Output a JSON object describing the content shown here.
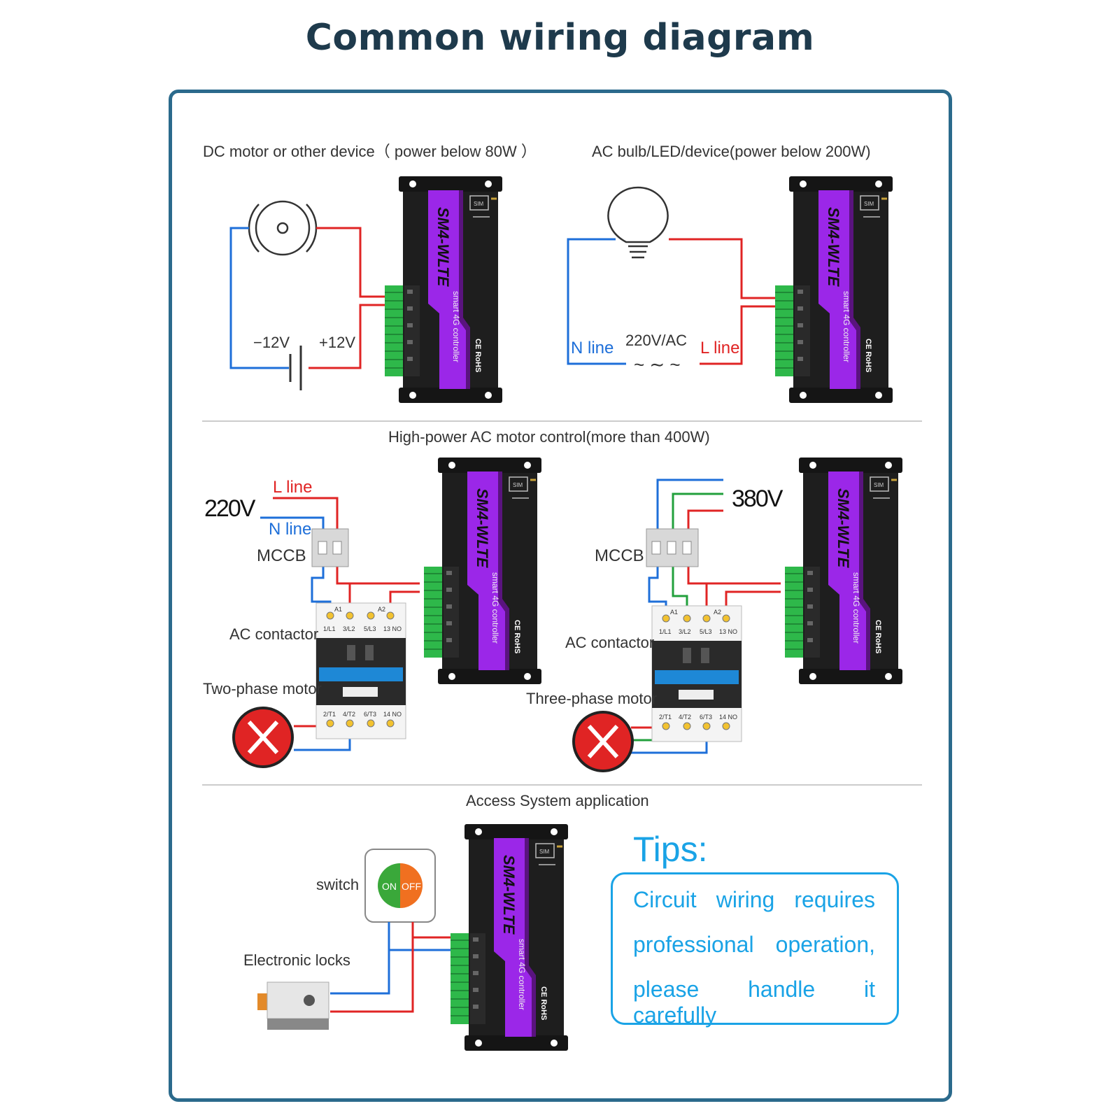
{
  "title": "Common wiring diagram",
  "sections": {
    "dc": {
      "heading": "DC motor or other device（ power below 80W ）",
      "neg": "−12V",
      "pos": "+12V"
    },
    "ac": {
      "heading": "AC  bulb/LED/device(power below 200W)",
      "n_line": "N line",
      "l_line": "L line",
      "voltage": "220V/AC"
    },
    "high_power": {
      "heading": "High-power AC motor control(more than 400W)",
      "left": {
        "voltage": "220V",
        "l_line": "L line",
        "n_line": "N line",
        "mccb": "MCCB",
        "contactor": "AC contactor",
        "motor": "Two-phase motor"
      },
      "right": {
        "voltage": "380V",
        "mccb": "MCCB",
        "contactor": "AC contactor",
        "motor": "Three-phase motor"
      },
      "contactor_top": [
        "1/L1",
        "3/L2",
        "5/L3",
        "13 NO"
      ],
      "contactor_bottom": [
        "2/T1",
        "4/T2",
        "6/T3",
        "14 NO"
      ],
      "coil": [
        "A1",
        "A2"
      ]
    },
    "access": {
      "heading": "Access System application",
      "switch_label": "switch",
      "on": "ON",
      "off": "OFF",
      "lock_label": "Electronic locks"
    }
  },
  "controller": {
    "model": "SM4-WLTE",
    "subtitle": "smart 4G controller",
    "sim": "SIM",
    "cert": "CE RoHS"
  },
  "tips": {
    "title": "Tips:",
    "lines": [
      "Circuit  wiring  requires",
      "professional  operation,",
      "please handle it carefully"
    ]
  },
  "colors": {
    "frame": "#2b6a8c",
    "title": "#1e3a4c",
    "tips": "#1aa3e6",
    "wire_red": "#e02424",
    "wire_blue": "#1e6fd9",
    "wire_green": "#22a03c",
    "device_purple": "#9b27e8",
    "device_body": "#1e1e1e",
    "terminal_green": "#2eb84a"
  }
}
